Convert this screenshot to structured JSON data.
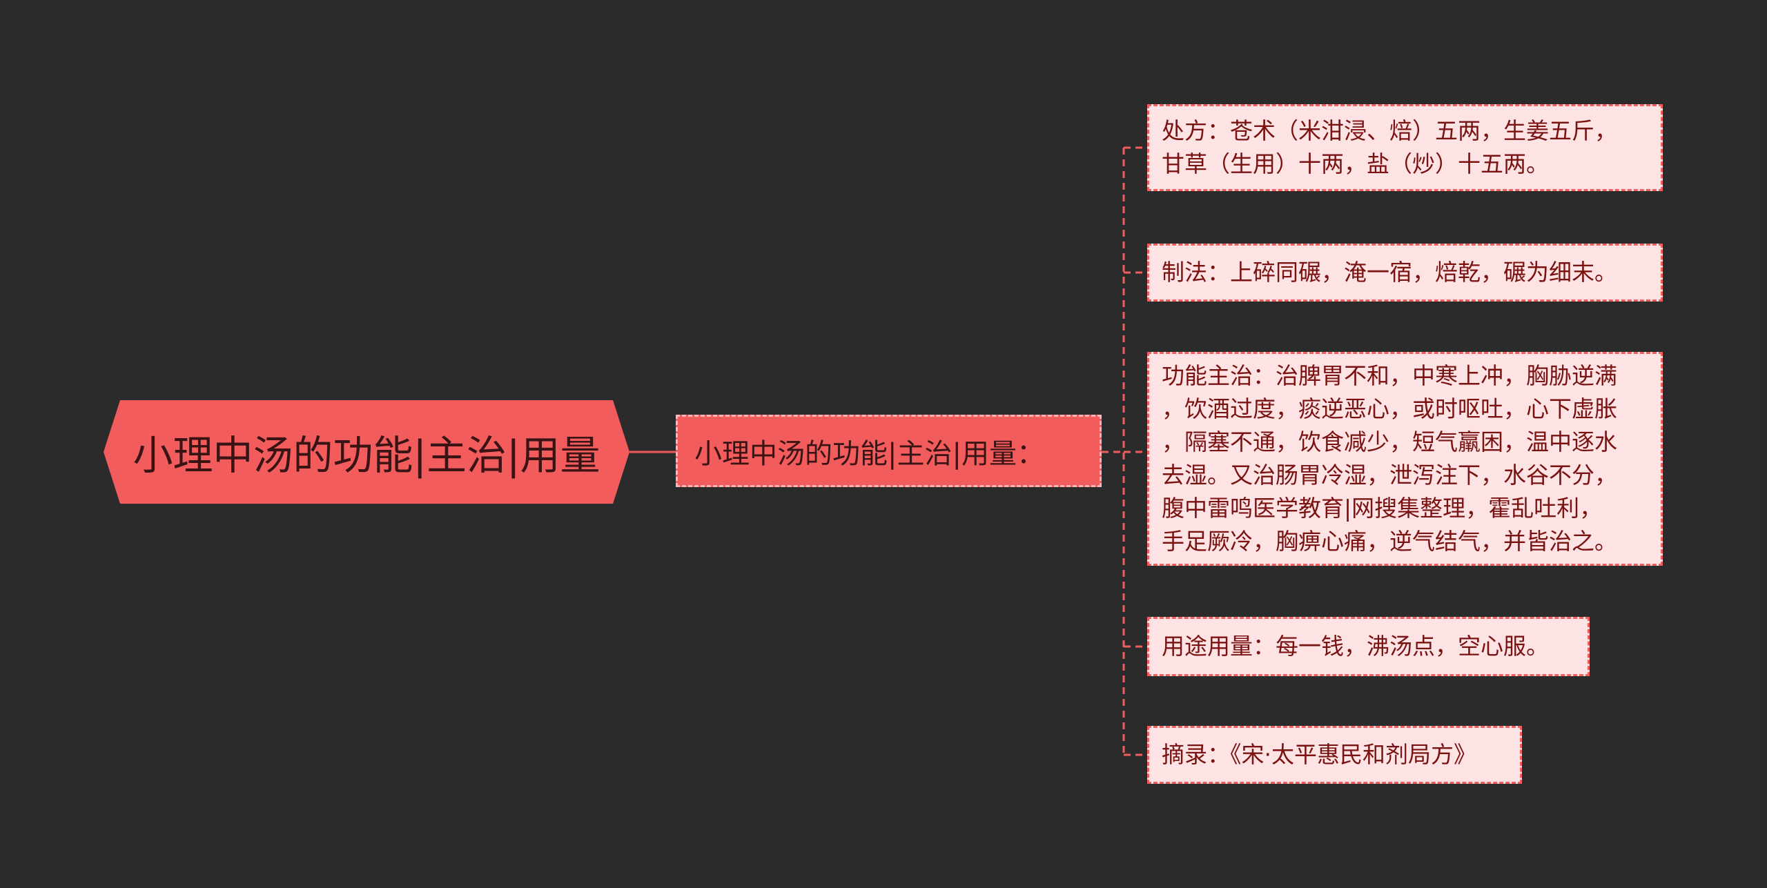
{
  "root": {
    "label": "小理中汤的功能|主治|用量"
  },
  "branch": {
    "label": "小理中汤的功能|主治|用量："
  },
  "leaves": [
    {
      "lines": [
        "处方：苍术（米泔浸、焙）五两，生姜五斤，",
        "甘草（生用）十两，盐（炒）十五两。"
      ]
    },
    {
      "lines": [
        "制法：上碎同碾，淹一宿，焙乾，碾为细末。"
      ]
    },
    {
      "lines": [
        "功能主治：治脾胃不和，中寒上冲，胸胁逆满",
        "，饮酒过度，痰逆恶心，或时呕吐，心下虚胀",
        "，隔塞不通，饮食减少，短气羸困，温中逐水",
        "去湿。又治肠胃冷湿，泄泻注下，水谷不分，",
        "腹中雷鸣医学教育|网搜集整理，霍乱吐利，",
        "手足厥冷，胸痹心痛，逆气结气，并皆治之。"
      ]
    },
    {
      "lines": [
        "用途用量：每一钱，沸汤点，空心服。"
      ]
    },
    {
      "lines": [
        "摘录：《宋·太平惠民和剂局方》"
      ]
    }
  ],
  "colors": {
    "background": "#2b2b2b",
    "root_fill": "#f25c5c",
    "connector": "#f25c5c",
    "leaf_fill": "#fde3e3",
    "leaf_text": "#7a1212"
  }
}
